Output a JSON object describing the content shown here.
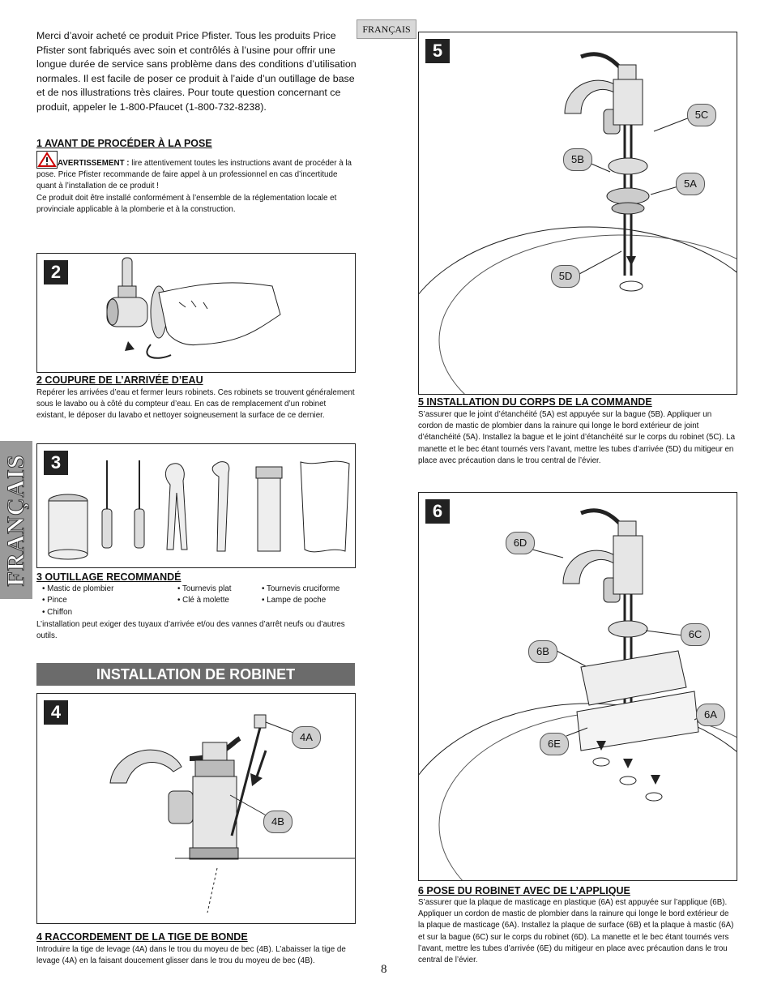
{
  "lang_tag": "FRANÇAIS",
  "side_tab": "FRANÇAIS",
  "intro": "Merci d’avoir acheté ce produit Price Pfister. Tous les produits Price Pfister sont fabriqués avec soin et contrôlés à l’usine pour offrir une longue durée de service sans problème dans des conditions d’utilisation normales. Il est facile de poser ce produit à l’aide d’un outillage de base et de nos illustrations très claires. Pour toute question concernant ce produit, appeler le 1-800-Pfaucet (1-800-732-8238).",
  "section1": {
    "heading": "1   AVANT DE PROCÉDER À LA POSE",
    "warning_label": "AVERTISSEMENT :",
    "warning_text": " lire attentivement toutes les instructions avant de procéder à la pose. Price Pfister recommande de faire appel à un professionnel en cas d’incertitude quant à l’installation de ce produit !",
    "note": "Ce produit doit être installé conformément à l’ensemble de la réglementation locale et provinciale applicable à la plomberie et à la construction."
  },
  "step2": {
    "number": "2",
    "heading": "2   COUPURE DE L’ARRIVÉE D’EAU",
    "text": "Repérer les arrivées d’eau et fermer leurs robinets. Ces robinets se trouvent généralement sous le lavabo ou à côté du compteur d’eau. En cas de remplacement d’un robinet existant, le déposer du lavabo et nettoyer soigneusement la surface de ce dernier."
  },
  "step3": {
    "number": "3",
    "heading": "3   OUTILLAGE RECOMMANDÉ",
    "tools": [
      "• Mastic de plombier",
      "• Tournevis plat",
      "• Tournevis cruciforme",
      "• Pince",
      "• Clé à molette",
      "• Lampe de poche",
      "• Chiffon"
    ],
    "text": "L’installation peut exiger des tuyaux d’arrivée et/ou des vannes d’arrêt neufs ou d’autres outils."
  },
  "banner": "INSTALLATION DE ROBINET",
  "step4": {
    "number": "4",
    "callouts": [
      "4A",
      "4B"
    ],
    "heading": "4   RACCORDEMENT DE LA TIGE DE BONDE",
    "text": "Introduire la tige de levage (4A) dans le trou du moyeu de bec (4B). L’abaisser la tige de levage (4A) en la faisant doucement glisser dans le trou du moyeu de bec (4B)."
  },
  "step5": {
    "number": "5",
    "callouts": [
      "5C",
      "5B",
      "5A",
      "5D"
    ],
    "heading": "5   INSTALLATION DU CORPS DE LA COMMANDE",
    "text": "S’assurer que le joint d’étanchéité (5A) est appuyée sur la bague (5B). Appliquer un cordon de mastic de plombier dans la rainure qui longe le bord extérieur de joint d’étanchéité (5A). Installez la bague et le joint d’étanchéité sur le corps du robinet (5C). La manette et le bec étant tournés vers l’avant, mettre les tubes d’arrivée (5D) du mitigeur en place avec précaution dans le trou central de l’évier."
  },
  "step6": {
    "number": "6",
    "callouts": [
      "6D",
      "6C",
      "6B",
      "6A",
      "6E"
    ],
    "heading": "6   POSE DU ROBINET AVEC DE L’APPLIQUE",
    "text": "S’assurer que la plaque de masticage en plastique (6A) est appuyée sur l’applique (6B). Appliquer un cordon de mastic de plombier dans la rainure qui longe le bord extérieur de la plaque de masticage (6A). Installez la plaque de surface (6B) et la plaque à mastic (6A) et sur la bague (6C) sur le corps du robinet (6D). La manette et le bec étant tournés vers l’avant, mettre les tubes d’arrivée (6E) du mitigeur en place avec précaution dans le trou central de l’évier."
  },
  "page_number": "8"
}
